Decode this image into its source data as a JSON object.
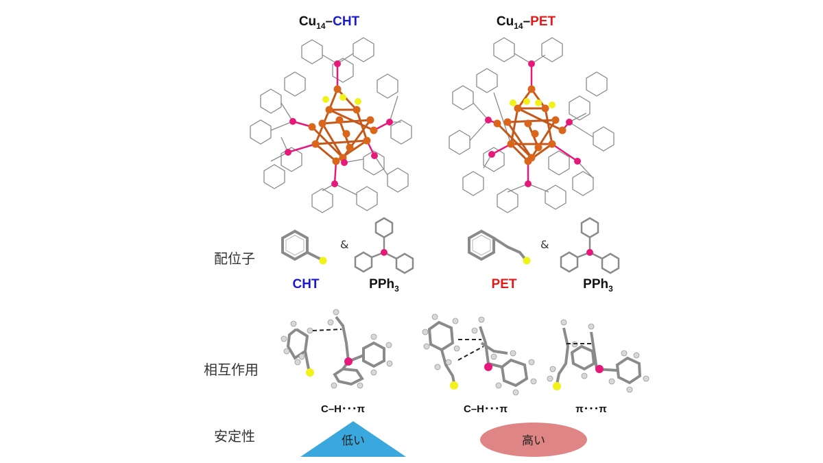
{
  "clusters": {
    "left": {
      "prefix": "Cu",
      "subscript": "14",
      "dash": "–",
      "ligand": "CHT",
      "ligand_color": "#1a1acc"
    },
    "right": {
      "prefix": "Cu",
      "subscript": "14",
      "dash": "–",
      "ligand": "PET",
      "ligand_color": "#e61919"
    }
  },
  "rows": {
    "ligand_label": "配位子",
    "interaction_label": "相互作用",
    "stability_label": "安定性"
  },
  "ligands": {
    "amp": "&",
    "cht": "CHT",
    "pet": "PET",
    "pph3": {
      "base": "PPh",
      "sub": "3"
    }
  },
  "interactions": {
    "cht": "C–H･･･π",
    "pet_a": "C–H･･･π",
    "pet_b": "π･･･π"
  },
  "stability": {
    "low": "低い",
    "high": "高い",
    "low_color": "#3aa8dc",
    "high_color": "#e08585"
  },
  "colors": {
    "copper": "#d9661a",
    "phosphorus": "#e6197a",
    "sulfur": "#f2f21a",
    "bond": "#7a7a7a"
  }
}
